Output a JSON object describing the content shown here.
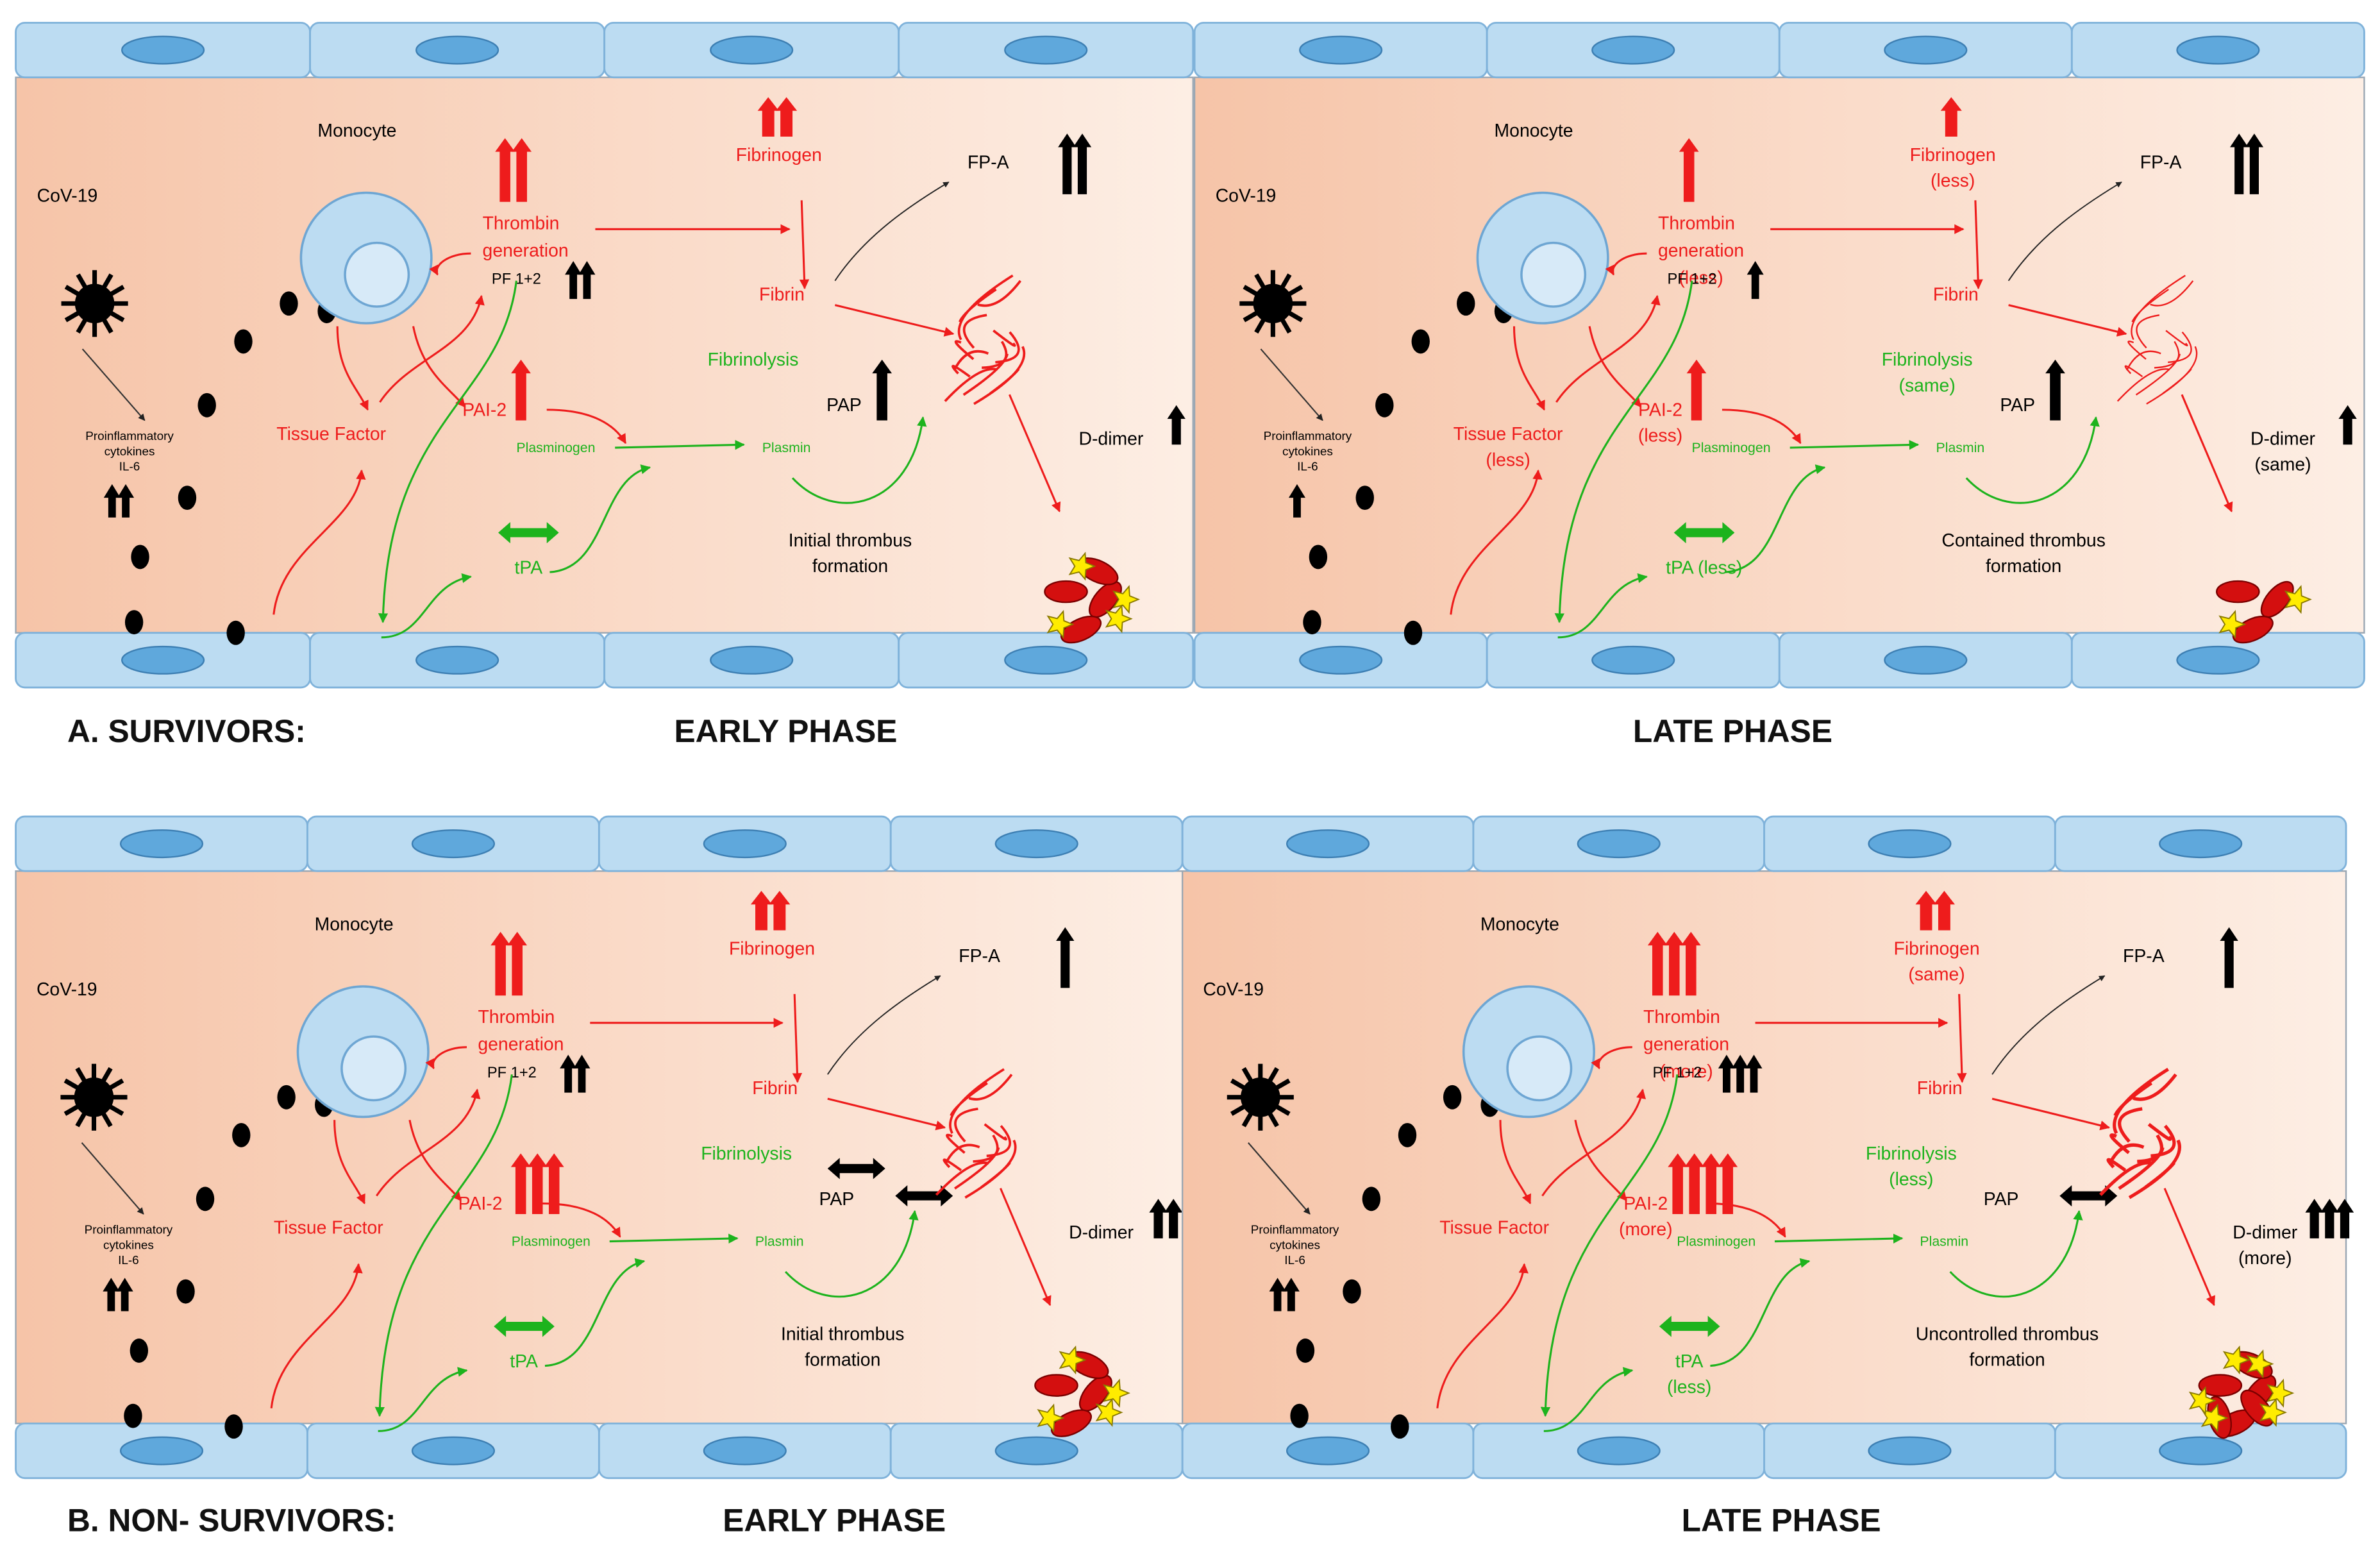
{
  "colors": {
    "vessel_wall": "#bcdcf2",
    "vessel_wall_edge": "#7fb2da",
    "cell_nucleus": "#5fa8dc",
    "lumen_left": "#f6c4a8",
    "lumen_right": "#fdeee4",
    "red": "#ee1c1c",
    "green": "#1db31d",
    "black": "#000000",
    "monocyte": "#bcdcf2",
    "rbc": "#d40f0f",
    "platelet": "#ffec00"
  },
  "panels": [
    {
      "id": "a-early",
      "labels": {
        "cov": "CoV-19",
        "monocyte": "Monocyte",
        "cytokines_1": "Proinflammatory",
        "cytokines_2": "cytokines",
        "cytokines_3": "IL-6",
        "thrombin_1": "Thrombin",
        "thrombin_2": "generation",
        "thrombin_3": "",
        "pf": "PF 1+2",
        "fibrinogen_1": "Fibrinogen",
        "fibrinogen_2": "",
        "fpa": "FP-A",
        "fibrin": "Fibrin",
        "fibrinolysis_1": "Fibrinolysis",
        "fibrinolysis_2": "",
        "pap": "PAP",
        "tissue_factor_1": "Tissue Factor",
        "tissue_factor_2": "",
        "pai_1": "PAI-2",
        "pai_2": "",
        "plasminogen": "Plasminogen",
        "plasmin": "Plasmin",
        "ddimer_1": "D-dimer",
        "ddimer_2": "",
        "tpa_1": "tPA",
        "tpa_2": "",
        "thrombus_1": "Initial thrombus",
        "thrombus_2": "formation"
      },
      "arrows": {
        "thrombin": 2,
        "pf": 2,
        "fibrinogen": 2,
        "fpa": 2,
        "pap": 1,
        "pai": 1,
        "ddimer": 1,
        "cytokines": 2,
        "pap_bidirectional": false,
        "fibrinolysis_bidirectional": false
      },
      "clot": 1
    },
    {
      "id": "a-late",
      "labels": {
        "cov": "CoV-19",
        "monocyte": "Monocyte",
        "cytokines_1": "Proinflammatory",
        "cytokines_2": "cytokines",
        "cytokines_3": "IL-6",
        "thrombin_1": "Thrombin",
        "thrombin_2": "generation",
        "thrombin_3": "(less)",
        "pf": "PF 1+2",
        "fibrinogen_1": "Fibrinogen",
        "fibrinogen_2": "(less)",
        "fpa": "FP-A",
        "fibrin": "Fibrin",
        "fibrinolysis_1": "Fibrinolysis",
        "fibrinolysis_2": "(same)",
        "pap": "PAP",
        "tissue_factor_1": "Tissue Factor",
        "tissue_factor_2": "(less)",
        "pai_1": "PAI-2",
        "pai_2": "(less)",
        "plasminogen": "Plasminogen",
        "plasmin": "Plasmin",
        "ddimer_1": "D-dimer",
        "ddimer_2": "(same)",
        "tpa_1": "tPA (less)",
        "tpa_2": "",
        "thrombus_1": "Contained thrombus",
        "thrombus_2": "formation"
      },
      "arrows": {
        "thrombin": 1,
        "pf": 1,
        "fibrinogen": 1,
        "fpa": 2,
        "pap": 1,
        "pai": 1,
        "ddimer": 1,
        "cytokines": 1,
        "pap_bidirectional": false,
        "fibrinolysis_bidirectional": false
      },
      "clot": 0
    },
    {
      "id": "b-early",
      "labels": {
        "cov": "CoV-19",
        "monocyte": "Monocyte",
        "cytokines_1": "Proinflammatory",
        "cytokines_2": "cytokines",
        "cytokines_3": "IL-6",
        "thrombin_1": "Thrombin",
        "thrombin_2": "generation",
        "thrombin_3": "",
        "pf": "PF 1+2",
        "fibrinogen_1": "Fibrinogen",
        "fibrinogen_2": "",
        "fpa": "FP-A",
        "fibrin": "Fibrin",
        "fibrinolysis_1": "Fibrinolysis",
        "fibrinolysis_2": "",
        "pap": "PAP",
        "tissue_factor_1": "Tissue Factor",
        "tissue_factor_2": "",
        "pai_1": "PAI-2",
        "pai_2": "",
        "plasminogen": "Plasminogen",
        "plasmin": "Plasmin",
        "ddimer_1": "D-dimer",
        "ddimer_2": "",
        "tpa_1": "tPA",
        "tpa_2": "",
        "thrombus_1": "Initial thrombus",
        "thrombus_2": "formation"
      },
      "arrows": {
        "thrombin": 2,
        "pf": 2,
        "fibrinogen": 2,
        "fpa": 1,
        "pap": 0,
        "pai": 3,
        "ddimer": 2,
        "cytokines": 2,
        "pap_bidirectional": true,
        "fibrinolysis_bidirectional": true
      },
      "clot": 1
    },
    {
      "id": "b-late",
      "labels": {
        "cov": "CoV-19",
        "monocyte": "Monocyte",
        "cytokines_1": "Proinflammatory",
        "cytokines_2": "cytokines",
        "cytokines_3": "IL-6",
        "thrombin_1": "Thrombin",
        "thrombin_2": "generation",
        "thrombin_3": "(more)",
        "pf": "PF 1+2",
        "fibrinogen_1": "Fibrinogen",
        "fibrinogen_2": "(same)",
        "fpa": "FP-A",
        "fibrin": "Fibrin",
        "fibrinolysis_1": "Fibrinolysis",
        "fibrinolysis_2": "(less)",
        "pap": "PAP",
        "tissue_factor_1": "Tissue Factor",
        "tissue_factor_2": "",
        "pai_1": "PAI-2",
        "pai_2": "(more)",
        "plasminogen": "Plasminogen",
        "plasmin": "Plasmin",
        "ddimer_1": "D-dimer",
        "ddimer_2": "(more)",
        "tpa_1": "tPA",
        "tpa_2": "(less)",
        "thrombus_1": "Uncontrolled thrombus",
        "thrombus_2": "formation"
      },
      "arrows": {
        "thrombin": 3,
        "pf": 3,
        "fibrinogen": 2,
        "fpa": 1,
        "pap": 0,
        "pai": 4,
        "ddimer": 3,
        "cytokines": 2,
        "pap_bidirectional": true,
        "fibrinolysis_bidirectional": false
      },
      "clot": 2
    }
  ],
  "captions": {
    "a_title": "A.  SURVIVORS:",
    "a_early": "EARLY PHASE",
    "a_late": "LATE PHASE",
    "b_title": "B.  NON- SURVIVORS:",
    "b_early": "EARLY PHASE",
    "b_late": "LATE PHASE"
  }
}
